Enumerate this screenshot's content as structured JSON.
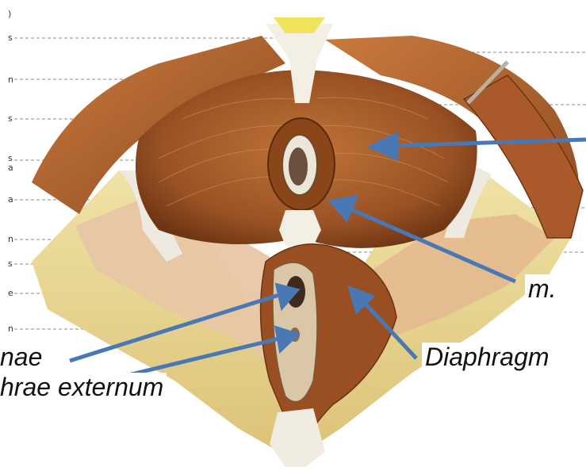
{
  "figure": {
    "left_margin_marks": [
      ")",
      "s",
      "n",
      "s",
      "s",
      "a",
      "a",
      "n",
      "s",
      "e",
      "n"
    ],
    "labels": {
      "m_partial": "m.",
      "diaphragm_partial": "Diaphragm",
      "inae_partial": "nae",
      "urethrae_partial": "hrae externum"
    }
  },
  "colors": {
    "muscle": "#b86a32",
    "muscle_dark": "#7e3f18",
    "fascia_yellow": "#e9d68c",
    "tendon_white": "#f2efe6",
    "arrow_blue": "#4a78b5"
  }
}
